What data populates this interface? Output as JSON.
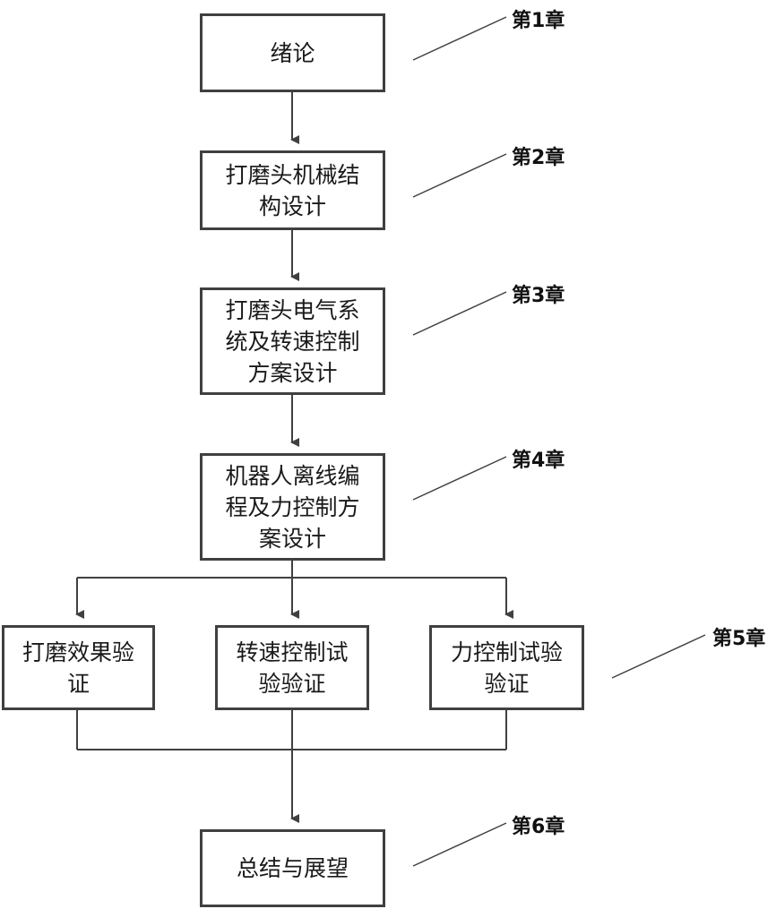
{
  "diagram": {
    "type": "flowchart",
    "nodes": [
      {
        "id": "n1",
        "text": "绪论",
        "chapter": "第1章"
      },
      {
        "id": "n2",
        "text": "打磨头机械结构设计",
        "chapter": "第2章"
      },
      {
        "id": "n3",
        "text": "打磨头电气系统及转速控制方案设计",
        "chapter": "第3章"
      },
      {
        "id": "n4",
        "text": "机器人离线编程及力控制方案设计",
        "chapter": "第4章"
      },
      {
        "id": "n5a",
        "text": "打磨效果验证",
        "chapter": "第5章"
      },
      {
        "id": "n5b",
        "text": "转速控制试验验证",
        "chapter": "第5章"
      },
      {
        "id": "n5c",
        "text": "力控制试验验证",
        "chapter": "第5章"
      },
      {
        "id": "n6",
        "text": "总结与展望",
        "chapter": "第6章"
      }
    ],
    "edges": [
      {
        "from": "n1",
        "to": "n2"
      },
      {
        "from": "n2",
        "to": "n3"
      },
      {
        "from": "n3",
        "to": "n4"
      },
      {
        "from": "n4",
        "to": "n5a"
      },
      {
        "from": "n4",
        "to": "n5b"
      },
      {
        "from": "n4",
        "to": "n5c"
      },
      {
        "from": "n5a",
        "to": "n6"
      },
      {
        "from": "n5b",
        "to": "n6"
      },
      {
        "from": "n5c",
        "to": "n6"
      }
    ]
  },
  "boxes": {
    "b1": [
      "绪论"
    ],
    "b2": [
      "打磨头机械结",
      "构设计"
    ],
    "b3": [
      "打磨头电气系",
      "统及转速控制",
      "方案设计"
    ],
    "b4": [
      "机器人离线编",
      "程及力控制方",
      "案设计"
    ],
    "b5a": [
      "打磨效果验",
      "证"
    ],
    "b5b": [
      "转速控制试",
      "验验证"
    ],
    "b5c": [
      "力控制试验",
      "验证"
    ],
    "b6": [
      "总结与展望"
    ]
  },
  "chapters": {
    "c1": "第1章",
    "c2": "第2章",
    "c3": "第3章",
    "c4": "第4章",
    "c5": "第5章",
    "c6": "第6章"
  },
  "colors": {
    "line": "#404040",
    "text": "#1a1a1a",
    "background": "#ffffff"
  }
}
